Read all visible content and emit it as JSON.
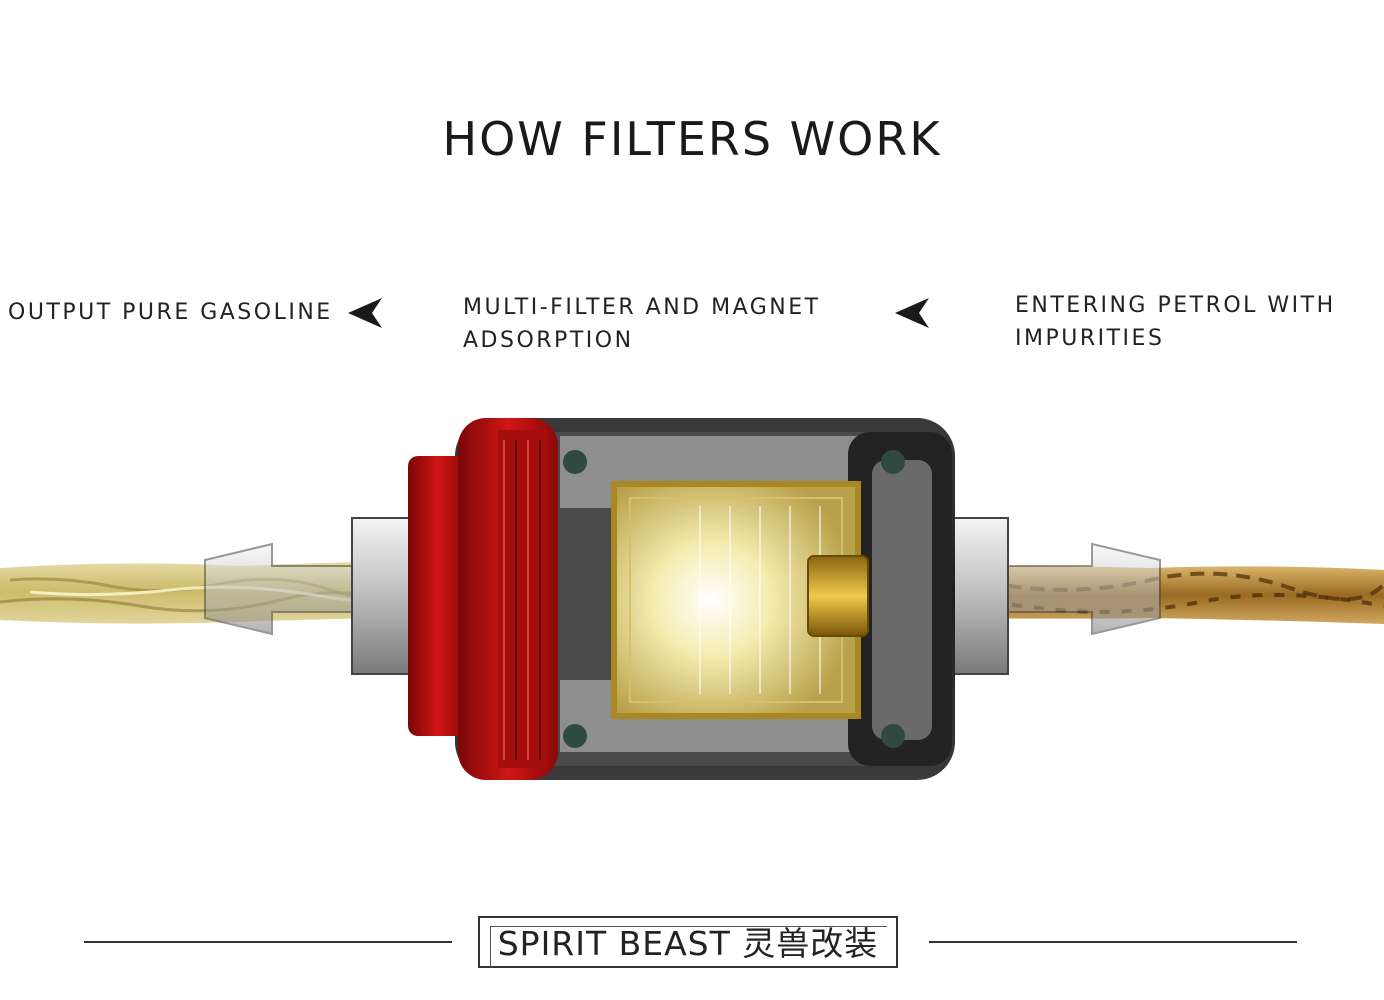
{
  "title": "HOW FILTERS WORK",
  "labels": {
    "output": "OUTPUT PURE GASOLINE",
    "filter_line1": "MULTI-FILTER AND MAGNET",
    "filter_line2": "ADSORPTION",
    "entering_line1": "ENTERING PETROL WITH",
    "entering_line2": "IMPURITIES"
  },
  "icons": [
    "arrow-left-icon",
    "arrow-left-icon"
  ],
  "brand": "SPIRIT BEAST 灵兽改装",
  "colors": {
    "red_body": "#b80d0d",
    "dark_body": "#2b2b2b",
    "gold": "#c9a020",
    "clean_fuel": "#d8c98a",
    "dirty_fuel": "#a8782a"
  }
}
